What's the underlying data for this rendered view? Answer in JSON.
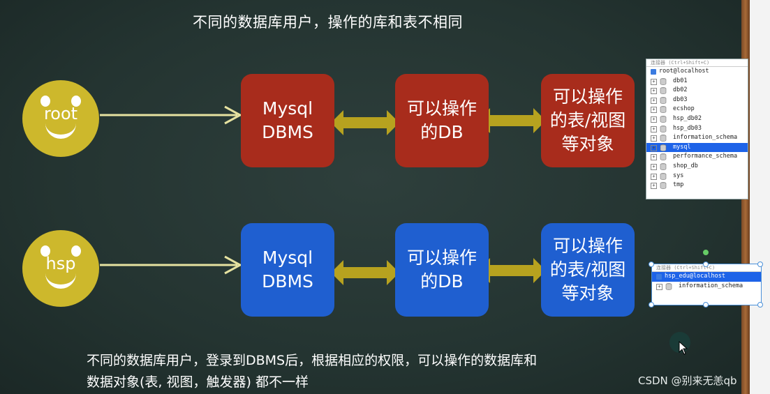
{
  "title": "不同的数据库用户，操作的库和表不相同",
  "note_line1": "不同的数据库用户，登录到DBMS后，根据相应的权限，可以操作的数据库和",
  "note_line2": "数据对象(表, 视图，触发器) 都不一样",
  "colors": {
    "red": "#a82c1c",
    "blue": "#1f5fd0",
    "face": "#cdb82c",
    "arrow": "#e6e2a0",
    "double_arrow": "#b7a21f"
  },
  "users": [
    {
      "name": "root",
      "color": "red",
      "dbms": "Mysql\nDBMS",
      "db": "可以操作\n的DB",
      "objects": "可以操作\n的表/视图\n等对象"
    },
    {
      "name": "hsp",
      "color": "blue",
      "dbms": "Mysql\nDBMS",
      "db": "可以操作\n的DB",
      "objects": "可以操作\n的表/视图\n等对象"
    }
  ],
  "root_tree": {
    "header": "连接器 (Ctrl+Shift+C)",
    "connection": "root@localhost",
    "items": [
      "db01",
      "db02",
      "db03",
      "ecshop",
      "hsp_db02",
      "hsp_db03",
      "information_schema",
      "mysql",
      "performance_schema",
      "shop_db",
      "sys",
      "tmp"
    ],
    "selected": "mysql"
  },
  "hsp_tree": {
    "header": "连接器 (Ctrl+Shift+C)",
    "connection": "hsp_edu@localhost",
    "items": [
      "information_schema"
    ]
  },
  "watermark": "CSDN @别来无恙qb"
}
